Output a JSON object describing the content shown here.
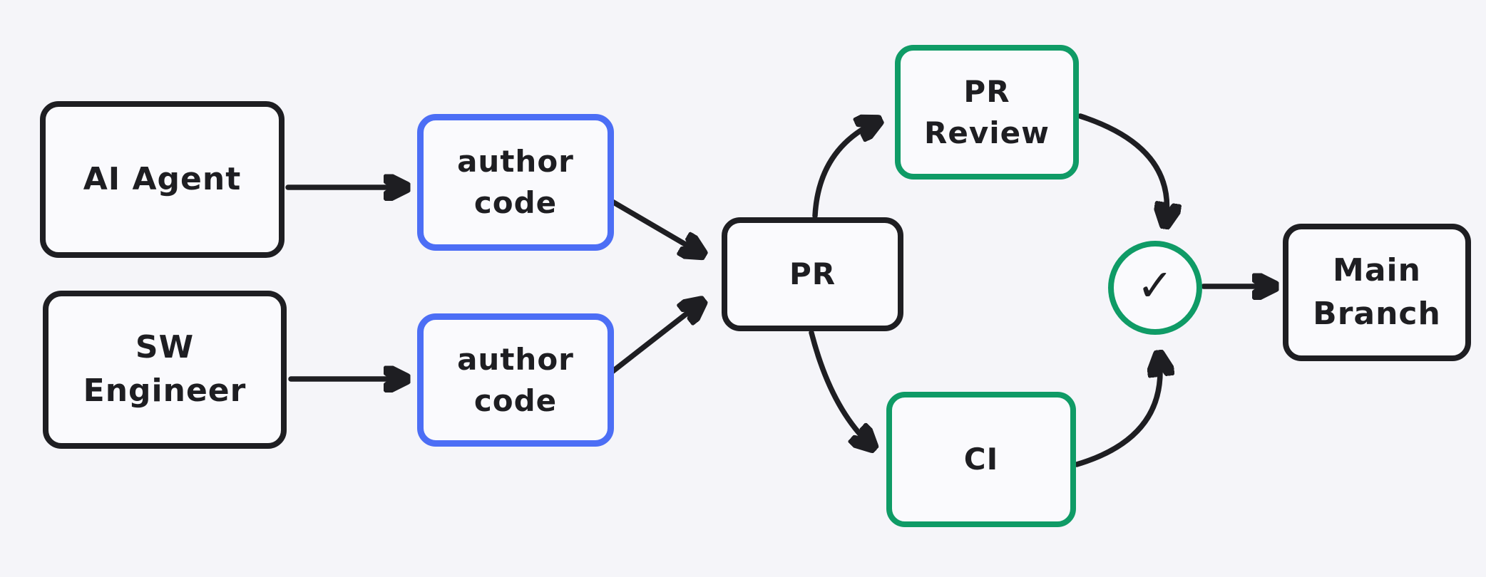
{
  "diagram": {
    "type": "flowchart",
    "colors": {
      "stroke_black": "#1e1e22",
      "stroke_blue": "#4c6ef5",
      "stroke_green": "#0f9b66",
      "box_fill": "#fafafd",
      "canvas_bg": "#f5f5f9"
    },
    "nodes": {
      "ai_agent": {
        "label": "AI Agent",
        "border_color": "black"
      },
      "sw_engineer": {
        "label": "SW\nEngineer",
        "border_color": "black"
      },
      "author_code_top": {
        "label": "author\ncode",
        "border_color": "blue"
      },
      "author_code_bottom": {
        "label": "author\ncode",
        "border_color": "blue"
      },
      "pr": {
        "label": "PR",
        "border_color": "black"
      },
      "pr_review": {
        "label": "PR\nReview",
        "border_color": "green"
      },
      "ci": {
        "label": "CI",
        "border_color": "green"
      },
      "check": {
        "symbol": "✓",
        "icon": "check-icon",
        "border_color": "green"
      },
      "main_branch": {
        "label": "Main\nBranch",
        "border_color": "black"
      }
    },
    "edges": [
      {
        "from": "ai_agent",
        "to": "author_code_top"
      },
      {
        "from": "sw_engineer",
        "to": "author_code_bottom"
      },
      {
        "from": "author_code_top",
        "to": "pr"
      },
      {
        "from": "author_code_bottom",
        "to": "pr"
      },
      {
        "from": "pr",
        "to": "pr_review"
      },
      {
        "from": "pr",
        "to": "ci"
      },
      {
        "from": "pr_review",
        "to": "check"
      },
      {
        "from": "ci",
        "to": "check"
      },
      {
        "from": "check",
        "to": "main_branch"
      }
    ]
  }
}
